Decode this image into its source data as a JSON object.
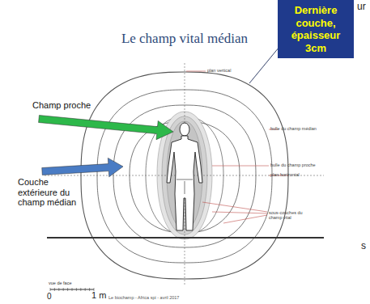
{
  "diagram": {
    "title": "Le champ vital médian",
    "nodes": [
      {
        "text": [
          "Dernière couche, épaisseur 3cm"
        ]
      }
    ],
    "labels": [
      "ur",
      "Champ proche",
      "Couche extérieure du champ médian",
      "plan vertical",
      "bulle du champ médian",
      "bulle du champ proche",
      "plan horizontal",
      "sous-couches du champ vital",
      "vue de face",
      "0",
      "1 m",
      "Le biochamp - Africa spi - avril 2017",
      "s"
    ]
  }
}
